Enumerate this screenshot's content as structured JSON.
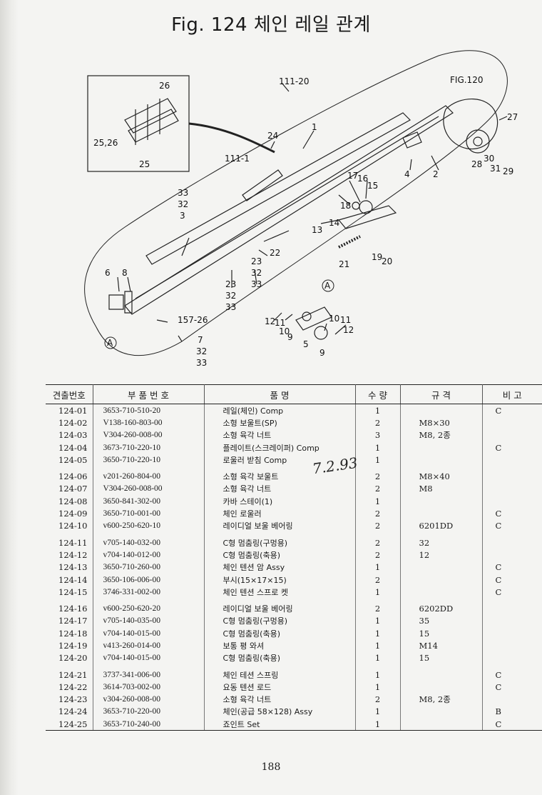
{
  "title": "Fig. 124  체인 레일 관계",
  "diagram": {
    "callouts": [
      "111-20",
      "FIG.120",
      "24",
      "26",
      "25,26",
      "25",
      "111-1",
      "1",
      "27",
      "4",
      "2",
      "28",
      "30",
      "31",
      "29",
      "17",
      "16",
      "15",
      "18",
      "13",
      "14",
      "33",
      "32",
      "3",
      "22",
      "23",
      "32",
      "33",
      "21",
      "19",
      "20",
      "6",
      "8",
      "23",
      "32",
      "33",
      "157-26",
      "7",
      "32",
      "33",
      "12",
      "11",
      "10",
      "9",
      "10",
      "11",
      "12",
      "5",
      "9"
    ],
    "arrow_marks": [
      "A",
      "A"
    ]
  },
  "handwritten_note": "7.2.93",
  "table": {
    "headers": [
      "견출번호",
      "부 품 번 호",
      "품          명",
      "수 량",
      "규   격",
      "비   고"
    ],
    "rows": [
      [
        "124-01",
        "3653-710-510-20",
        "레일(체인) Comp",
        "1",
        "",
        "C"
      ],
      [
        "124-02",
        "V138-160-803-00",
        "소형 보울트(SP)",
        "2",
        "M8×30",
        ""
      ],
      [
        "124-03",
        "V304-260-008-00",
        "소형 육각 너트",
        "3",
        "M8, 2종",
        ""
      ],
      [
        "124-04",
        "3673-710-220-10",
        "플레이트(스크레이퍼) Comp",
        "1",
        "",
        "C"
      ],
      [
        "124-05",
        "3650-710-220-10",
        "로울러 받침 Comp",
        "1",
        "",
        ""
      ],
      [
        "124-06",
        "v201-260-804-00",
        "소형 육각 보울트",
        "2",
        "M8×40",
        ""
      ],
      [
        "124-07",
        "V304-260-008-00",
        "소형 육각 너트",
        "2",
        "M8",
        ""
      ],
      [
        "124-08",
        "3650-841-302-00",
        "카바 스테이(1)",
        "1",
        "",
        ""
      ],
      [
        "124-09",
        "3650-710-001-00",
        "체인 로울러",
        "2",
        "",
        "C"
      ],
      [
        "124-10",
        "v600-250-620-10",
        "레이디얼 보울 베어링",
        "2",
        "6201DD",
        "C"
      ],
      [
        "124-11",
        "v705-140-032-00",
        "C형 멈춤링(구멍용)",
        "2",
        "32",
        ""
      ],
      [
        "124-12",
        "v704-140-012-00",
        "C형 멈춤링(축용)",
        "2",
        "12",
        ""
      ],
      [
        "124-13",
        "3650-710-260-00",
        "체인 텐션 암 Assy",
        "1",
        "",
        "C"
      ],
      [
        "124-14",
        "3650-106-006-00",
        "부시(15×17×15)",
        "2",
        "",
        "C"
      ],
      [
        "124-15",
        "3746-331-002-00",
        "체인 텐션 스프로 켓",
        "1",
        "",
        "C"
      ],
      [
        "124-16",
        "v600-250-620-20",
        "레이디얼 보울 베어링",
        "2",
        "6202DD",
        ""
      ],
      [
        "124-17",
        "v705-140-035-00",
        "C형 멈춤링(구멍용)",
        "1",
        "35",
        ""
      ],
      [
        "124-18",
        "v704-140-015-00",
        "C형 멈춤링(축용)",
        "1",
        "15",
        ""
      ],
      [
        "124-19",
        "v413-260-014-00",
        "보통 평 와셔",
        "1",
        "M14",
        ""
      ],
      [
        "124-20",
        "v704-140-015-00",
        "C형 멈춤링(축용)",
        "1",
        "15",
        ""
      ],
      [
        "124-21",
        "3737-341-006-00",
        "체인 테션 스프링",
        "1",
        "",
        "C"
      ],
      [
        "124-22",
        "3614-703-002-00",
        "요동 텐션 로드",
        "1",
        "",
        "C"
      ],
      [
        "124-23",
        "v304-260-008-00",
        "소형 육각 너트",
        "2",
        "M8, 2종",
        ""
      ],
      [
        "124-24",
        "3653-710-220-00",
        "체인(공급 58×128) Assy",
        "1",
        "",
        "B"
      ],
      [
        "124-25",
        "3653-710-240-00",
        "죠인트 Set",
        "1",
        "",
        "C"
      ]
    ]
  },
  "page_number": "188"
}
